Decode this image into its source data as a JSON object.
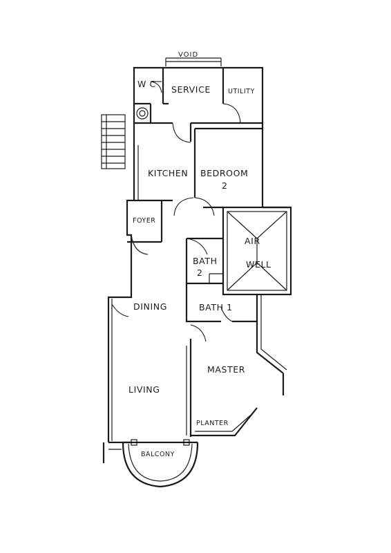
{
  "floor_plan": {
    "rooms": {
      "void": "VOID",
      "wc": "W C",
      "service": "SERVICE",
      "utility": "UTILITY",
      "kitchen": "KITCHEN",
      "bedroom2_a": "BEDROOM",
      "bedroom2_b": "2",
      "foyer": "FOYER",
      "air_well_a": "AIR",
      "air_well_b": "WELL",
      "bath2_a": "BATH",
      "bath2_b": "2",
      "bath1": "BATH 1",
      "dining": "DINING",
      "master": "MASTER",
      "living": "LIVING",
      "planter": "PLANTER",
      "balcony": "BALCONY"
    }
  }
}
